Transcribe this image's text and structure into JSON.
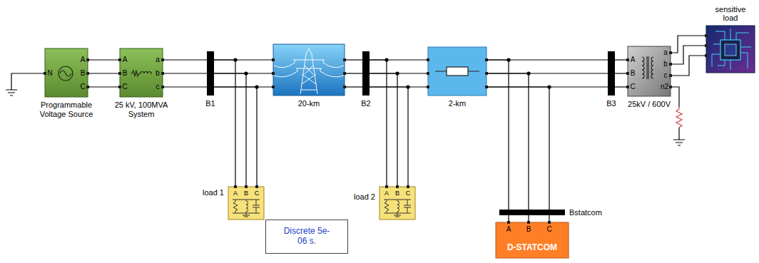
{
  "diagram": {
    "nodes": [
      {
        "text": [
          "N",
          "A",
          "B",
          "C",
          "Programmable Voltage Source"
        ]
      },
      {
        "text": [
          "A",
          "B",
          "C",
          "a",
          "b",
          "c",
          "25 kV, 100MVA System"
        ]
      },
      {
        "text": [
          "B1"
        ]
      },
      {
        "text": [
          "A",
          "B",
          "C",
          "load 1"
        ]
      },
      {
        "text": [
          "20-km"
        ]
      },
      {
        "text": [
          "B2"
        ]
      },
      {
        "text": [
          "A",
          "B",
          "C",
          "load 2"
        ]
      },
      {
        "text": [
          "2-km"
        ]
      },
      {
        "text": [
          "Bstatcom"
        ]
      },
      {
        "text": [
          "A",
          "B",
          "C",
          "D-STATCOM"
        ]
      },
      {
        "text": [
          "B3"
        ]
      },
      {
        "text": [
          "A",
          "B",
          "C",
          "a",
          "b",
          "c",
          "n2",
          "25kV / 600V"
        ]
      },
      {
        "text": [
          "sensitive load"
        ]
      },
      {
        "text": [
          "Discrete 5e-06 s."
        ]
      }
    ],
    "edges": [
      {
        "from": 0,
        "to": 1,
        "arrow": "none"
      },
      {
        "from": 1,
        "to": 2,
        "arrow": "none"
      },
      {
        "from": 2,
        "to": 3,
        "arrow": "none"
      },
      {
        "from": 2,
        "to": 4,
        "arrow": "none"
      },
      {
        "from": 4,
        "to": 5,
        "arrow": "none"
      },
      {
        "from": 5,
        "to": 6,
        "arrow": "none"
      },
      {
        "from": 5,
        "to": 7,
        "arrow": "none"
      },
      {
        "from": 7,
        "to": 10,
        "arrow": "none"
      },
      {
        "from": 7,
        "to": 8,
        "arrow": "none"
      },
      {
        "from": 8,
        "to": 9,
        "arrow": "none"
      },
      {
        "from": 10,
        "to": 11,
        "arrow": "none"
      },
      {
        "from": 11,
        "to": 12,
        "arrow": "none"
      }
    ]
  }
}
